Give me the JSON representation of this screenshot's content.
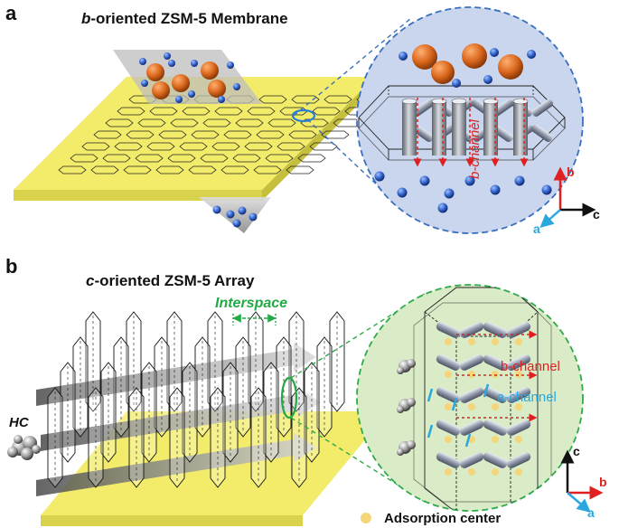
{
  "panel_a": {
    "letter": "a",
    "title_italic": "b",
    "title_rest": "-oriented ZSM-5 Membrane",
    "channel_label": "b-channel",
    "axes": {
      "b": "b",
      "a": "a",
      "c": "c"
    }
  },
  "panel_b": {
    "letter": "b",
    "title_italic": "c",
    "title_rest": "-oriented ZSM-5 Array",
    "interspace_label": "Interspace",
    "hc_label": "HC",
    "b_channel_label": "b-channel",
    "a_channel_label": "a-channel",
    "axes": {
      "c": "c",
      "b": "b",
      "a": "a"
    },
    "legend_label": "Adsorption center"
  },
  "colors": {
    "substrate_yellow": "#f2ec6a",
    "circle_blue_fill": "#c9d6ee",
    "circle_blue_border": "#3a6fc0",
    "circle_green_fill": "#d9ecc7",
    "circle_green_border": "#2eaa4a",
    "molecule_orange": "#d9661c",
    "molecule_blue": "#2f5fc8",
    "channel_red": "#e02020",
    "channel_cyan": "#29a8e0",
    "adsorption_center": "#f5d57a",
    "interspace_green": "#22aa44"
  }
}
